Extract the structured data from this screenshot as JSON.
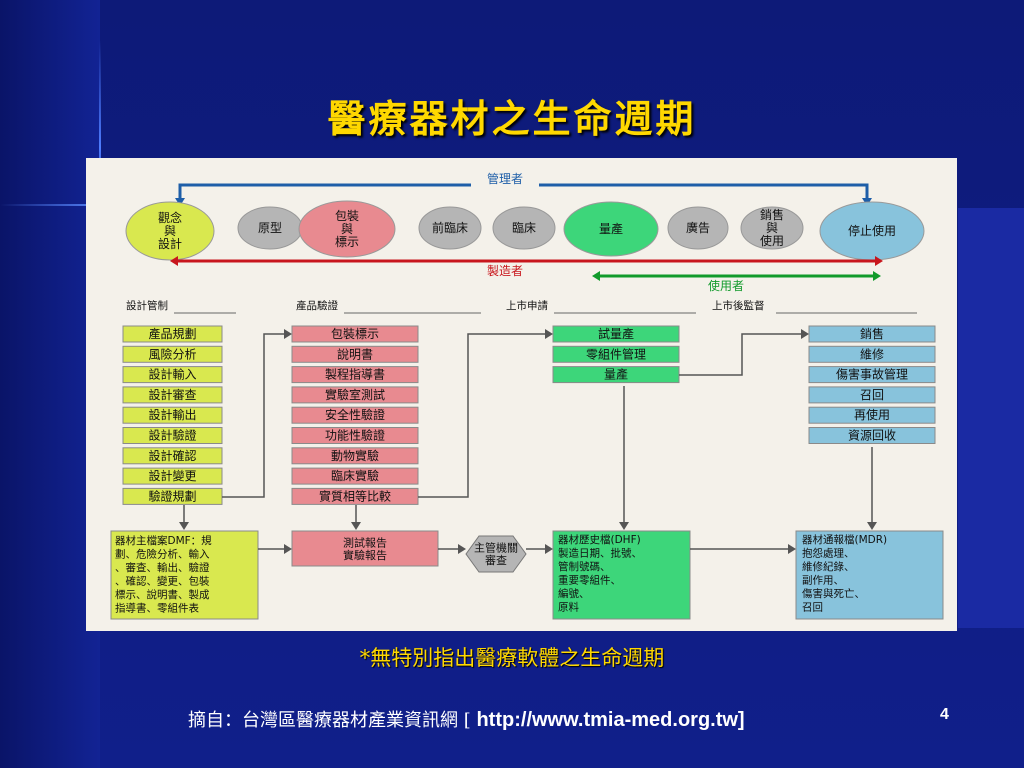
{
  "title": "醫療器材之生命週期",
  "top_arrow_label": "管理者",
  "manufacturer_label": "製造者",
  "user_label": "使用者",
  "stages": [
    {
      "text": "觀念\n與\n設計",
      "fill": "#d9e84f"
    },
    {
      "text": "原型",
      "fill": "#b5b5b5"
    },
    {
      "text": "包裝\n與\n標示",
      "fill": "#e88a90"
    },
    {
      "text": "前臨床",
      "fill": "#b5b5b5"
    },
    {
      "text": "臨床",
      "fill": "#b5b5b5"
    },
    {
      "text": "量產",
      "fill": "#3dd67a"
    },
    {
      "text": "廣告",
      "fill": "#b5b5b5"
    },
    {
      "text": "銷售\n與\n使用",
      "fill": "#b5b5b5"
    },
    {
      "text": "停止使用",
      "fill": "#88c3dc"
    }
  ],
  "section_labels": [
    "設計管制",
    "產品驗證",
    "上市申請",
    "上市後監督"
  ],
  "design_items": [
    "產品規劃",
    "風險分析",
    "設計輸入",
    "設計審查",
    "設計輸出",
    "設計驗證",
    "設計確認",
    "設計變更",
    "驗證規劃"
  ],
  "verification_items": [
    "包裝標示",
    "說明書",
    "製程指導書",
    "實驗室測試",
    "安全性驗證",
    "功能性驗證",
    "動物實驗",
    "臨床實驗",
    "實質相等比較"
  ],
  "market_items": [
    "試量產",
    "零組件管理",
    "量產"
  ],
  "post_items": [
    "銷售",
    "維修",
    "傷害事故管理",
    "召回",
    "再使用",
    "資源回收"
  ],
  "dmf_box": "器材主檔案DMF：規\n劃、危險分析、輸入\n、審查、輸出、驗證\n、確認、變更、包裝\n標示、說明書、製成\n指導書、零組件表",
  "test_box": "測試報告\n實驗報告",
  "review_hex": "主管機關\n審查",
  "dhf_box": "器材歷史檔(DHF)\n製造日期、批號、\n管制號碼、\n重要零組件、\n編號、\n原料",
  "mdr_box": "器材通報檔(MDR)\n抱怨處理、\n維修紀錄、\n副作用、\n傷害與死亡、\n召回",
  "colors": {
    "accent_yellow": "#ffd800",
    "design_green": "#d9e84f",
    "verification_pink": "#e88a90",
    "market_green": "#3dd67a",
    "post_blue": "#88c3dc",
    "manager_arrow": "#1e5ea8",
    "manufacturer_arrow": "#c8161d",
    "user_arrow": "#119a2b"
  },
  "note": "*無特別指出醫療軟體之生命週期",
  "footer": {
    "source_prefix": "摘自：台灣區醫療器材產業資訊網",
    "bracket_open": " [ ",
    "url": "http://www.tmia-med.org.tw]"
  },
  "page_number": "4"
}
